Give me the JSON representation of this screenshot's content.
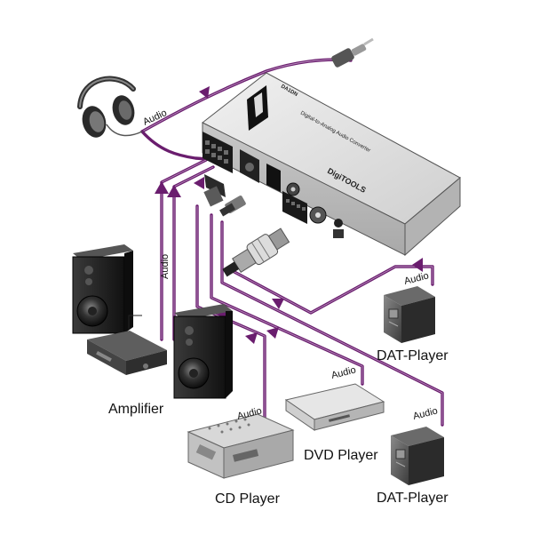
{
  "device": {
    "model": "DA1DN",
    "product_line": "DigiTOOLS",
    "subtitle": "Digital-to-Analog Audio Converter"
  },
  "labels": {
    "headphones_cable": "Audio",
    "amplifier_cable": "Audio",
    "cd_cable": "Audio",
    "dvd_cable": "Audio",
    "dat_top_cable": "Audio",
    "dat_bottom_cable": "Audio",
    "amplifier": "Amplifier",
    "cd_player": "CD Player",
    "dvd_player": "DVD Player",
    "dat_player_top": "DAT-Player",
    "dat_player_bottom": "DAT-Player"
  },
  "colors": {
    "cable": "#6a1d6e",
    "device_body": "#d9d9d9",
    "device_dark": "#1a1a1a"
  }
}
